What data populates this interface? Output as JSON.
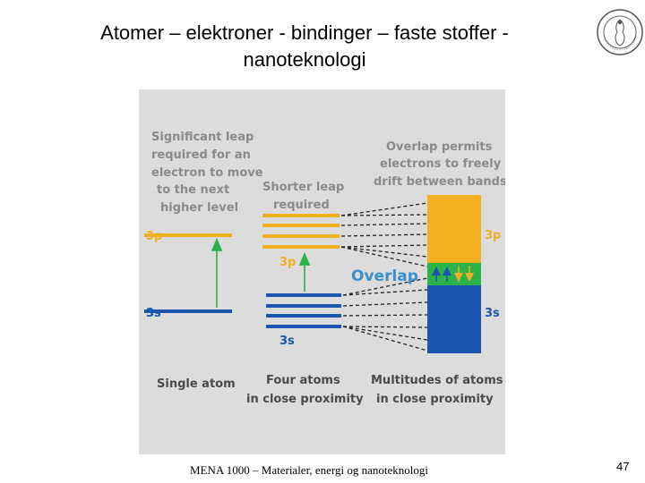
{
  "slide": {
    "title": "Atomer – elektroner - bindinger – faste stoffer - nanoteknologi",
    "footer": "MENA 1000 – Materialer, energi og nanoteknologi",
    "page_number": "47"
  },
  "figure": {
    "colors": {
      "background": "#dcdcdc",
      "label_gray": "#8a8a8a",
      "orange": "#f0b020",
      "blue": "#1a56b0",
      "green": "#2bb24a",
      "overlap_text": "#3a8fcc",
      "dark_text": "#4a4a4a"
    },
    "single_atom_note": [
      "Significant leap",
      "required for an",
      "electron to move",
      "to the next",
      "higher level"
    ],
    "four_atoms_note": [
      "Shorter leap",
      "required"
    ],
    "multitude_note": [
      "Overlap permits",
      "electrons to freely",
      "drift between bands"
    ],
    "label_3p_left": "3p",
    "label_3s_left": "3s",
    "label_3p_mid": "3p",
    "label_3s_mid": "3s",
    "label_3p_right": "3p",
    "label_3s_right": "3s",
    "overlap": "Overlap",
    "caption_single": "Single atom",
    "caption_four": [
      "Four atoms",
      "in close proximity"
    ],
    "caption_multitude": [
      "Multitudes of atoms",
      "in close proximity"
    ]
  }
}
